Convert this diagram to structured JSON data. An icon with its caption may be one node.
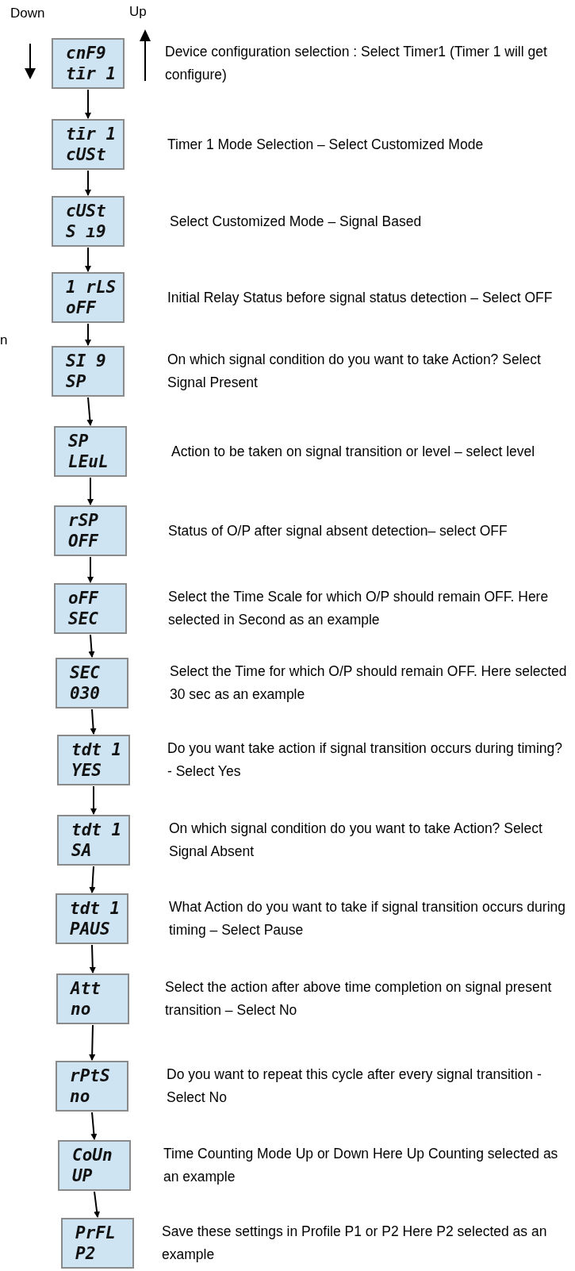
{
  "diagram": {
    "nodes": [
      {
        "text": [
          "cnF9",
          "tīr 1"
        ],
        "beside": [
          "Device configuration selection : Select Timer1 (Timer 1 will get configure)"
        ]
      },
      {
        "text": [
          "tīr 1",
          "cUSt"
        ],
        "beside": [
          "Timer 1 Mode Selection – Select Customized Mode"
        ]
      },
      {
        "text": [
          "cUSt",
          "S ı9"
        ],
        "beside": [
          "Select Customized Mode – Signal Based"
        ]
      },
      {
        "text": [
          "1 rLS",
          "oFF"
        ],
        "beside": [
          "Initial Relay Status before signal status detection – Select OFF"
        ]
      },
      {
        "text": [
          "SI 9",
          "SP"
        ],
        "beside": [
          "On which signal condition do you want to take Action? Select Signal Present"
        ]
      },
      {
        "text": [
          "SP",
          "LEuL"
        ],
        "beside": [
          "Action to be taken on signal transition or level – select level"
        ]
      },
      {
        "text": [
          "rSP",
          "OFF"
        ],
        "beside": [
          "Status of O/P after signal absent detection– select OFF"
        ]
      },
      {
        "text": [
          "oFF",
          "SEC"
        ],
        "beside": [
          "Select the Time Scale for which O/P should remain OFF. Here selected in Second as an example"
        ]
      },
      {
        "text": [
          "SEC",
          "030"
        ],
        "beside": [
          "Select the Time for which O/P should remain OFF. Here selected  30 sec as an example"
        ]
      },
      {
        "text": [
          "tdt 1",
          "YES"
        ],
        "beside": [
          "Do you want take action if signal transition occurs during timing? - Select Yes"
        ]
      },
      {
        "text": [
          "tdt 1",
          "SA"
        ],
        "beside": [
          "On which signal condition do you want to take Action? Select Signal Absent"
        ]
      },
      {
        "text": [
          "tdt 1",
          "PAUS"
        ],
        "beside": [
          "What Action do you want to take if signal transition occurs during timing – Select Pause"
        ]
      },
      {
        "text": [
          "Att",
          "no"
        ],
        "beside": [
          "Select the action after above time completion on signal present transition – Select No"
        ]
      },
      {
        "text": [
          "rPtS",
          "no"
        ],
        "beside": [
          "Do you want to repeat this cycle after every signal transition - Select No"
        ]
      },
      {
        "text": [
          "CoUn",
          "UP"
        ],
        "beside": [
          "Time Counting Mode Up or Down Here Up Counting selected as an example"
        ]
      },
      {
        "text": [
          "PrFL",
          "P2"
        ],
        "beside": [
          "Save these settings in Profile P1 or P2 Here P2 selected as an example"
        ]
      }
    ],
    "edges": [
      {
        "from": 0,
        "to": 1,
        "arrow": "to"
      },
      {
        "from": 1,
        "to": 2,
        "arrow": "to"
      },
      {
        "from": 2,
        "to": 3,
        "arrow": "to"
      },
      {
        "from": 3,
        "to": 4,
        "arrow": "to"
      },
      {
        "from": 4,
        "to": 5,
        "arrow": "to"
      },
      {
        "from": 5,
        "to": 6,
        "arrow": "to"
      },
      {
        "from": 6,
        "to": 7,
        "arrow": "to"
      },
      {
        "from": 7,
        "to": 8,
        "arrow": "to"
      },
      {
        "from": 8,
        "to": 9,
        "arrow": "to"
      },
      {
        "from": 9,
        "to": 10,
        "arrow": "to"
      },
      {
        "from": 10,
        "to": 11,
        "arrow": "to"
      },
      {
        "from": 11,
        "to": 12,
        "arrow": "to"
      },
      {
        "from": 12,
        "to": 13,
        "arrow": "to"
      },
      {
        "from": 13,
        "to": 14,
        "arrow": "to"
      },
      {
        "from": 14,
        "to": 15,
        "arrow": "to"
      }
    ],
    "labels": [
      "Down",
      "Up",
      "n"
    ]
  }
}
